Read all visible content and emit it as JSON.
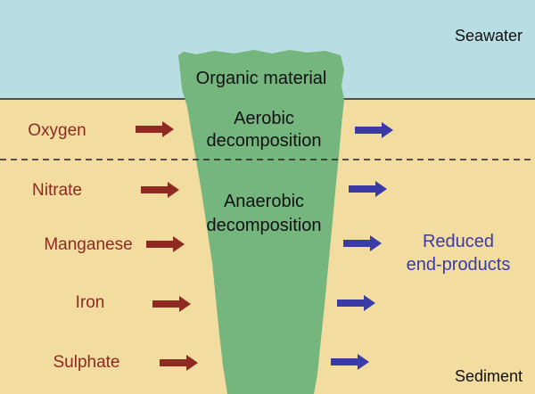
{
  "colors": {
    "seawater": "#b8dde2",
    "sediment": "#f2dca0",
    "organic": "#74b67e",
    "oxidant_arrow": "#8e2a22",
    "product_arrow": "#3b3ba8"
  },
  "layers": {
    "seawater": "Seawater",
    "sediment": "Sediment"
  },
  "column": {
    "top_label": "Organic material",
    "aerobic": [
      "Aerobic",
      "decomposition"
    ],
    "anaerobic": [
      "Anaerobic",
      "decomposition"
    ]
  },
  "oxidants": [
    "Oxygen",
    "Nitrate",
    "Manganese",
    "Iron",
    "Sulphate"
  ],
  "products": [
    "Reduced",
    "end-products"
  ]
}
